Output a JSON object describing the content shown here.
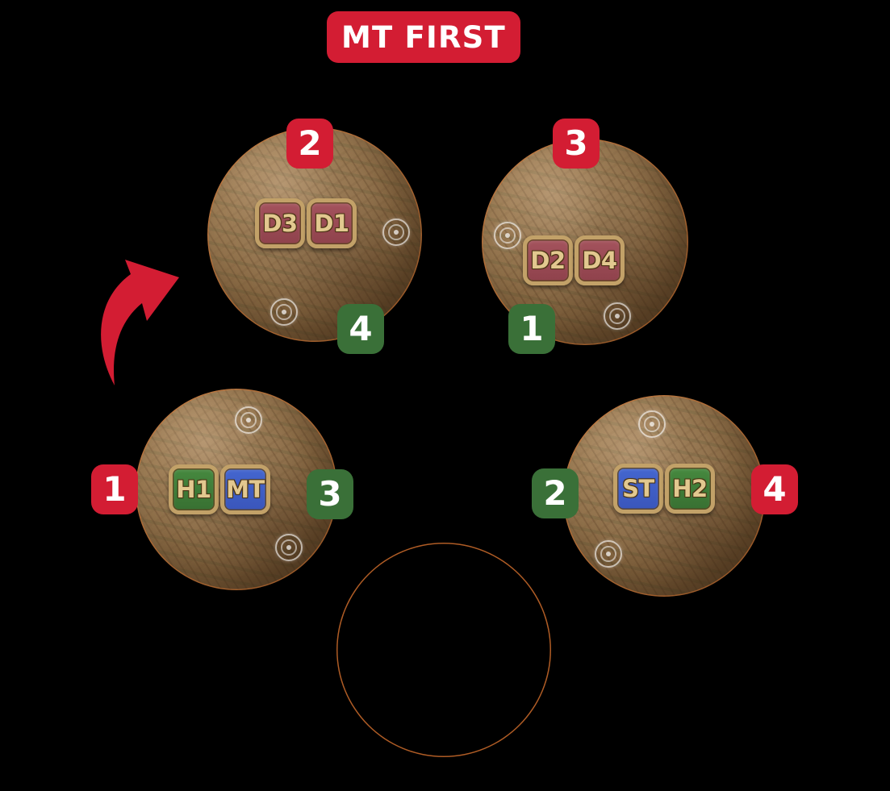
{
  "banner": {
    "title": "MT FIRST",
    "color": "#d31d33",
    "text_color": "#ffffff"
  },
  "colors": {
    "badge_red": "#d31d33",
    "badge_green": "#3a7038",
    "tile_red": "#9e4a52",
    "tile_green": "#3f7c39",
    "tile_blue": "#3a5fc8",
    "tile_border": "#c2a168",
    "tile_text": "#e2c88f",
    "planet_surface": "#96764f",
    "planet_rim": "#ce6c2c",
    "background": "#000000"
  },
  "arrow": {
    "name": "rotation-arrow",
    "direction": "counter-clockwise-up-right",
    "color": "#d31d33"
  },
  "planets": [
    {
      "id": "planet-top-left",
      "tiles": [
        {
          "label": "D3",
          "color": "red"
        },
        {
          "label": "D1",
          "color": "red"
        }
      ],
      "badges": [
        {
          "number": "2",
          "color": "red",
          "position": "top"
        },
        {
          "number": "4",
          "color": "green",
          "position": "bottom-right"
        }
      ],
      "markers": 2
    },
    {
      "id": "planet-top-right",
      "tiles": [
        {
          "label": "D2",
          "color": "red"
        },
        {
          "label": "D4",
          "color": "red"
        }
      ],
      "badges": [
        {
          "number": "3",
          "color": "red",
          "position": "top"
        },
        {
          "number": "1",
          "color": "green",
          "position": "bottom-left"
        }
      ],
      "markers": 2
    },
    {
      "id": "planet-bottom-left",
      "tiles": [
        {
          "label": "H1",
          "color": "green"
        },
        {
          "label": "MT",
          "color": "blue"
        }
      ],
      "badges": [
        {
          "number": "1",
          "color": "red",
          "position": "left"
        },
        {
          "number": "3",
          "color": "green",
          "position": "right"
        }
      ],
      "markers": 2
    },
    {
      "id": "planet-bottom-right",
      "tiles": [
        {
          "label": "ST",
          "color": "blue"
        },
        {
          "label": "H2",
          "color": "green"
        }
      ],
      "badges": [
        {
          "number": "2",
          "color": "green",
          "position": "left"
        },
        {
          "number": "4",
          "color": "red",
          "position": "right"
        }
      ],
      "markers": 2
    },
    {
      "id": "planet-bottom-center-empty",
      "tiles": [],
      "badges": [],
      "markers": 0
    }
  ]
}
